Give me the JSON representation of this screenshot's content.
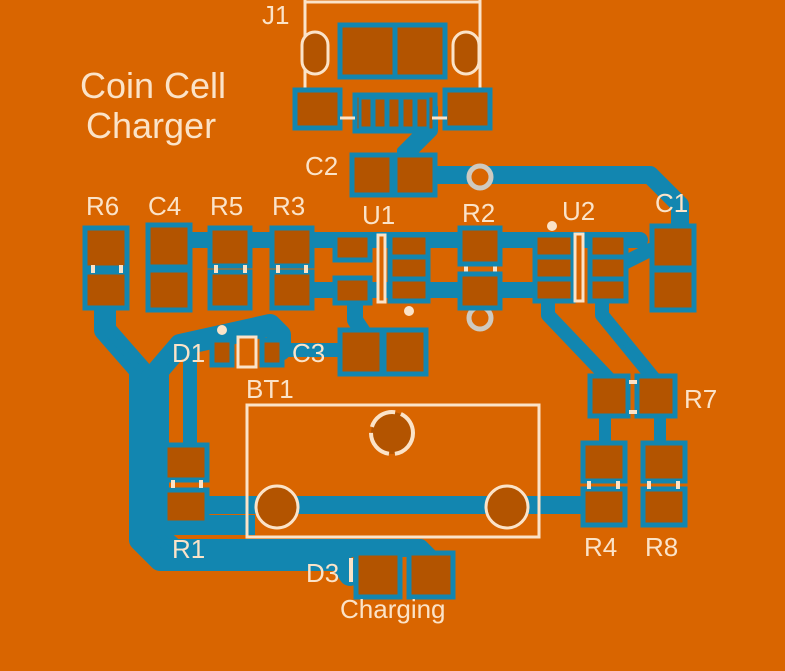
{
  "board": {
    "title_line1": "Coin Cell",
    "title_line2": "Charger",
    "colors": {
      "board": "#d96500",
      "copper_pad": "#b35400",
      "copper_trace": "#1286b0",
      "silkscreen": "#fbe3c8"
    }
  },
  "components": {
    "J1": "J1",
    "C2": "C2",
    "R6": "R6",
    "C4": "C4",
    "R5": "R5",
    "R3": "R3",
    "U1": "U1",
    "R2": "R2",
    "U2": "U2",
    "C1": "C1",
    "D1": "D1",
    "C3": "C3",
    "BT1": "BT1",
    "R7": "R7",
    "R1": "R1",
    "R4": "R4",
    "R8": "R8",
    "D3": "D3"
  },
  "labels": {
    "charging": "Charging"
  }
}
